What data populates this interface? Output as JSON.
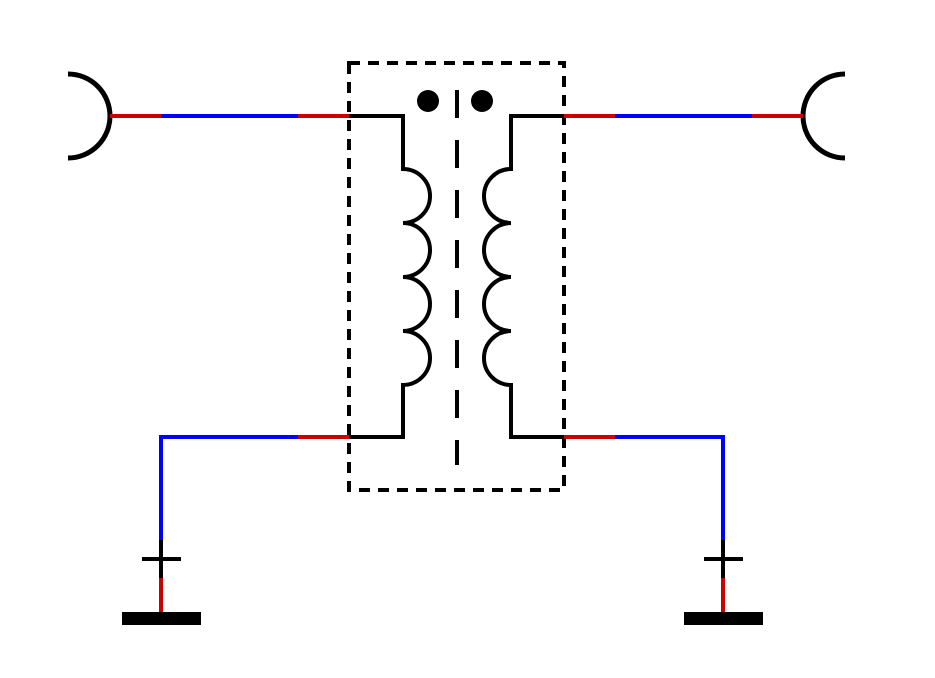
{
  "diagram": {
    "type": "transformer-schematic",
    "components": [
      {
        "id": "input-connector",
        "kind": "connector"
      },
      {
        "id": "output-connector",
        "kind": "connector"
      },
      {
        "id": "transformer",
        "kind": "shielded-transformer",
        "polarity_dots": 2,
        "core": "dashed"
      },
      {
        "id": "left-ground",
        "kind": "ground"
      },
      {
        "id": "right-ground",
        "kind": "ground"
      }
    ],
    "colors": {
      "background": "#ffffff",
      "stroke": "#000000",
      "wire": "#0000ff",
      "terminal": "#cc0000"
    }
  }
}
